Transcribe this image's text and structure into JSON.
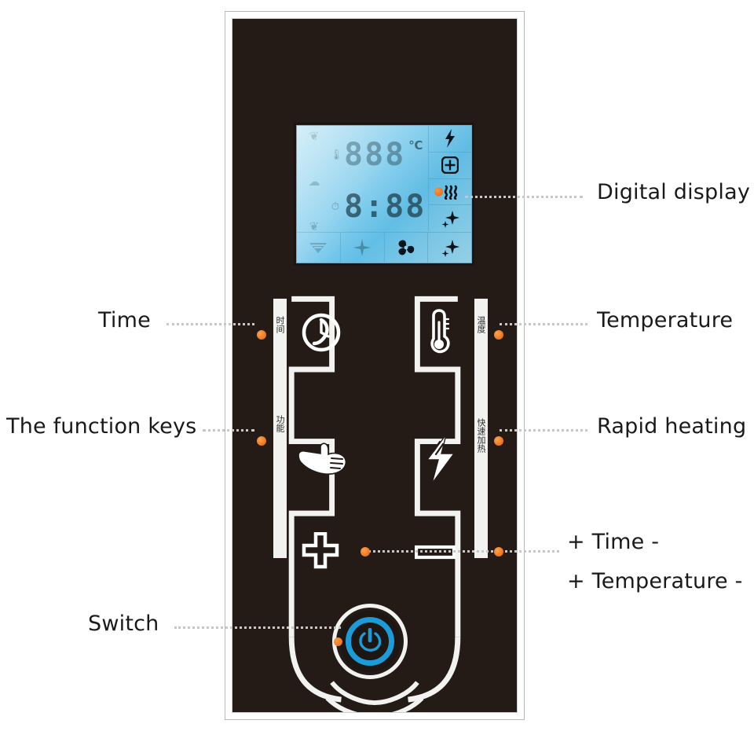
{
  "device": {
    "name": "electric-heater-control-panel",
    "body_color": "#241b17",
    "accent_color": "#1b9bd8",
    "marker_color": "#e9631a",
    "key_outline_color": "#f2f2f0"
  },
  "lcd": {
    "background_color": "#8fd2ef",
    "temperature_value": "888",
    "temperature_unit": "℃",
    "timer_value": "8:88",
    "thermometer_icon": "thermometer-icon",
    "clock_icon": "clock-icon",
    "left_status_icons": [
      {
        "name": "bird-icon",
        "glyph": "❦",
        "active": false
      },
      {
        "name": "cloud-icon",
        "glyph": "☁",
        "active": false
      },
      {
        "name": "droplet-icon",
        "glyph": "❦",
        "active": false
      }
    ],
    "right_status_icons": [
      {
        "name": "lightning-bolt-icon",
        "glyph": "⚡",
        "active": true
      },
      {
        "name": "crosshair-square-icon",
        "glyph": "⊞",
        "active": true
      },
      {
        "name": "heat-waves-icon",
        "glyph": "≈",
        "active": true,
        "marker": true
      },
      {
        "name": "sparkle-icon",
        "glyph": "✦",
        "active": true
      }
    ],
    "bottom_status_icons": [
      {
        "name": "flag-icon",
        "glyph": "▽",
        "active": false
      },
      {
        "name": "star-burst-icon",
        "glyph": "✦",
        "active": false
      },
      {
        "name": "fan-icon",
        "glyph": "❀",
        "active": true
      },
      {
        "name": "sparkle-small-icon",
        "glyph": "✦",
        "active": true
      }
    ]
  },
  "keys": {
    "time": {
      "label_cn": "时间",
      "icon": "clock-icon"
    },
    "function": {
      "label_cn": "功能",
      "icon": "pointing-hand-icon"
    },
    "temperature": {
      "label_cn": "温度",
      "icon": "thermometer-icon"
    },
    "rapid_heating": {
      "label_cn": "快速加热",
      "icon": "lightning-bolt-icon"
    },
    "plus": {
      "icon": "plus-icon"
    },
    "minus": {
      "icon": "minus-icon"
    },
    "power": {
      "icon": "power-icon"
    }
  },
  "callouts": {
    "digital_display": "Digital display",
    "temperature": "Temperature",
    "rapid_heating": "Rapid heating",
    "plus_time_minus": "+ Time -",
    "plus_temperature_minus": "+ Temperature -",
    "time": "Time",
    "function_keys": "The function keys",
    "switch": "Switch"
  }
}
